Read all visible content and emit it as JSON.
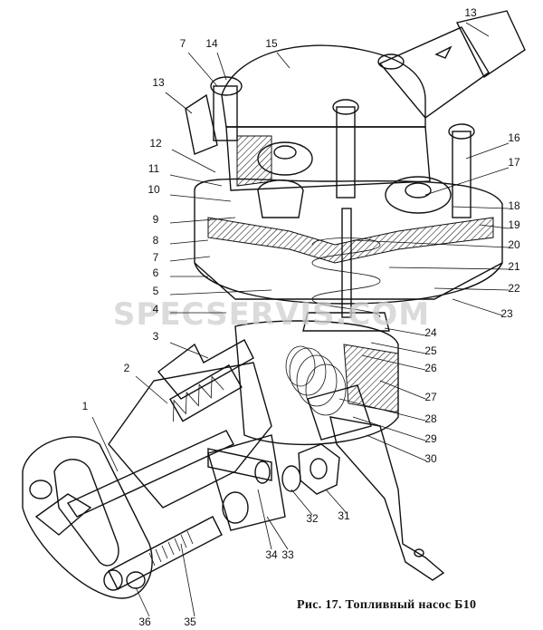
{
  "caption": "Рис. 17. Топливный насос Б10",
  "watermark": "SPECSERVIS.COM",
  "callouts": [
    {
      "label": "13"
    },
    {
      "label": "7"
    },
    {
      "label": "14"
    },
    {
      "label": "15"
    },
    {
      "label": "13"
    },
    {
      "label": "12"
    },
    {
      "label": "11"
    },
    {
      "label": "10"
    },
    {
      "label": "9"
    },
    {
      "label": "8"
    },
    {
      "label": "7"
    },
    {
      "label": "6"
    },
    {
      "label": "5"
    },
    {
      "label": "4"
    },
    {
      "label": "3"
    },
    {
      "label": "2"
    },
    {
      "label": "1"
    },
    {
      "label": "16"
    },
    {
      "label": "17"
    },
    {
      "label": "18"
    },
    {
      "label": "19"
    },
    {
      "label": "20"
    },
    {
      "label": "21"
    },
    {
      "label": "22"
    },
    {
      "label": "23"
    },
    {
      "label": "24"
    },
    {
      "label": "25"
    },
    {
      "label": "26"
    },
    {
      "label": "27"
    },
    {
      "label": "28"
    },
    {
      "label": "29"
    },
    {
      "label": "30"
    },
    {
      "label": "31"
    },
    {
      "label": "32"
    },
    {
      "label": "33"
    },
    {
      "label": "34"
    },
    {
      "label": "35"
    },
    {
      "label": "36"
    }
  ]
}
